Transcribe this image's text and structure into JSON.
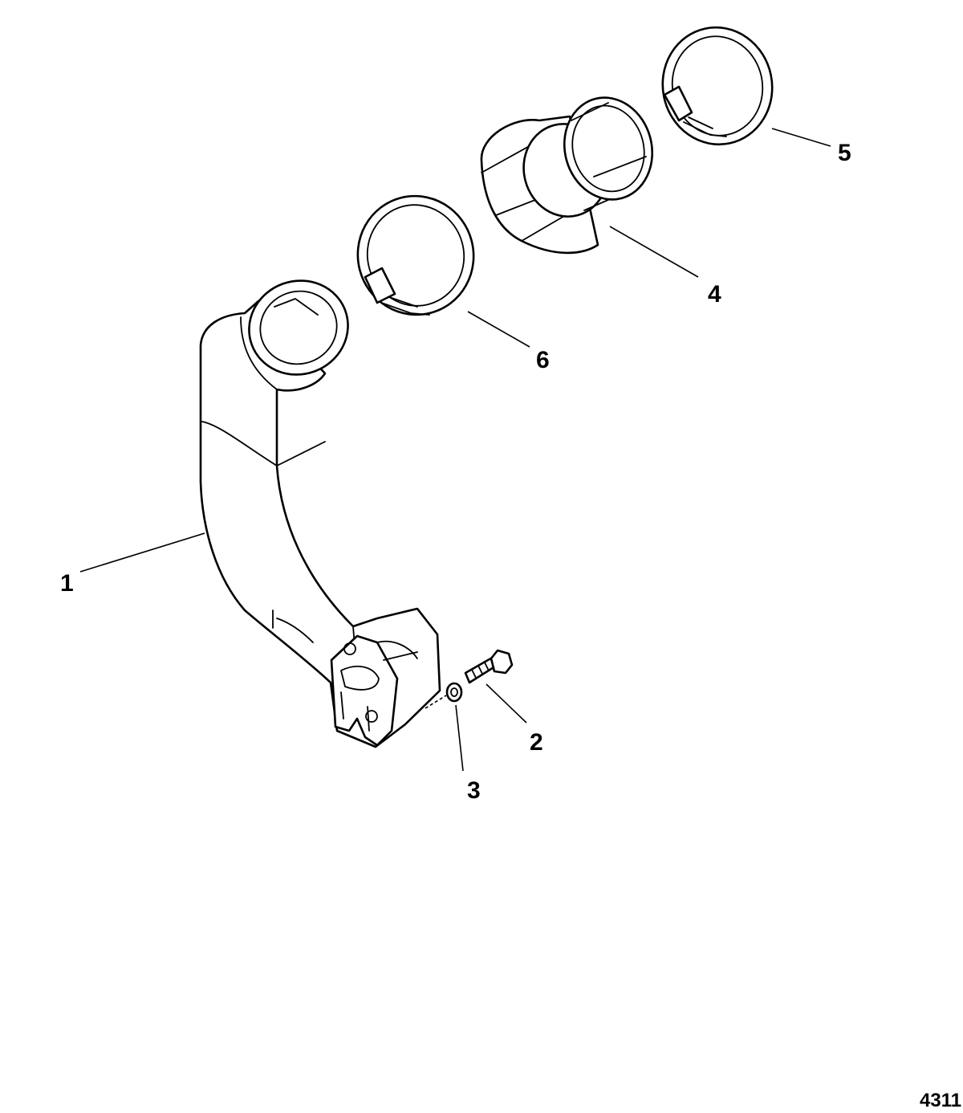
{
  "callouts": {
    "elbow": "1",
    "bolt": "2",
    "washer": "3",
    "coupler": "4",
    "clamp_upper": "5",
    "clamp_lower": "6"
  },
  "figure_id": "4311",
  "colors": {
    "line": "#000000",
    "background": "#ffffff"
  }
}
